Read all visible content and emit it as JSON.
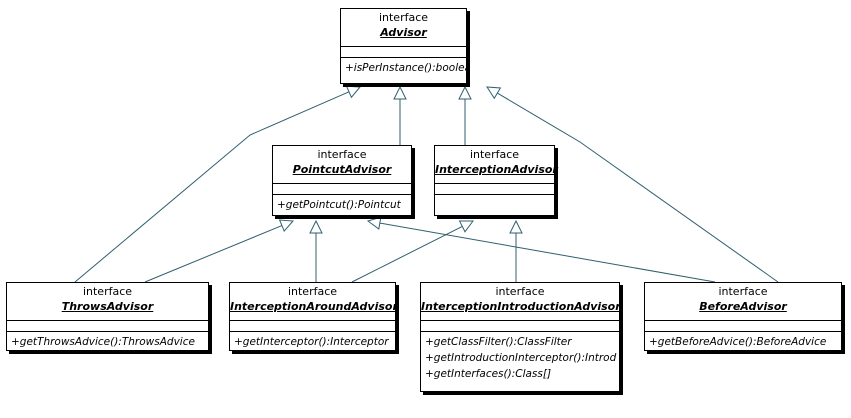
{
  "diagram": {
    "classes": [
      {
        "id": "advisor",
        "stereotype": "interface",
        "name": "Advisor",
        "operations": [
          "+isPerInstance():boolean"
        ]
      },
      {
        "id": "pointcut",
        "stereotype": "interface",
        "name": "PointcutAdvisor",
        "operations": [
          "+getPointcut():Pointcut"
        ]
      },
      {
        "id": "interception",
        "stereotype": "interface",
        "name": "InterceptionAdvisor",
        "operations": []
      },
      {
        "id": "throws",
        "stereotype": "interface",
        "name": "ThrowsAdvisor",
        "operations": [
          "+getThrowsAdvice():ThrowsAdvice"
        ]
      },
      {
        "id": "around",
        "stereotype": "interface",
        "name": "InterceptionAroundAdvisor",
        "operations": [
          "+getInterceptor():Interceptor"
        ]
      },
      {
        "id": "introduction",
        "stereotype": "interface",
        "name": "InterceptionIntroductionAdvisor",
        "operations": [
          "+getClassFilter():ClassFilter",
          "+getIntroductionInterceptor():Introd",
          "+getInterfaces():Class[]"
        ]
      },
      {
        "id": "before",
        "stereotype": "interface",
        "name": "BeforeAdvisor",
        "operations": [
          "+getBeforeAdvice():BeforeAdvice"
        ]
      }
    ],
    "relations": [
      {
        "from": "throws",
        "to": "advisor",
        "type": "generalization"
      },
      {
        "from": "pointcut",
        "to": "advisor",
        "type": "generalization"
      },
      {
        "from": "interception",
        "to": "advisor",
        "type": "generalization"
      },
      {
        "from": "before",
        "to": "advisor",
        "type": "generalization"
      },
      {
        "from": "throws",
        "to": "pointcut",
        "type": "generalization"
      },
      {
        "from": "around",
        "to": "pointcut",
        "type": "generalization"
      },
      {
        "from": "before",
        "to": "pointcut",
        "type": "generalization"
      },
      {
        "from": "around",
        "to": "interception",
        "type": "generalization"
      },
      {
        "from": "introduction",
        "to": "interception",
        "type": "generalization"
      }
    ],
    "colors": {
      "line": "#2f5f6f",
      "box_border": "#000000",
      "background": "#ffffff"
    }
  }
}
